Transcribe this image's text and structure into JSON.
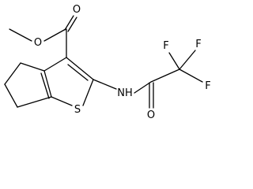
{
  "molecule": {
    "atoms": {
      "ester_o_single": "O",
      "ester_o_double": "O",
      "ring_s": "S",
      "amide_nh": "NH",
      "amide_o": "O",
      "f_top_left": "F",
      "f_top_right": "F",
      "f_right": "F"
    }
  }
}
